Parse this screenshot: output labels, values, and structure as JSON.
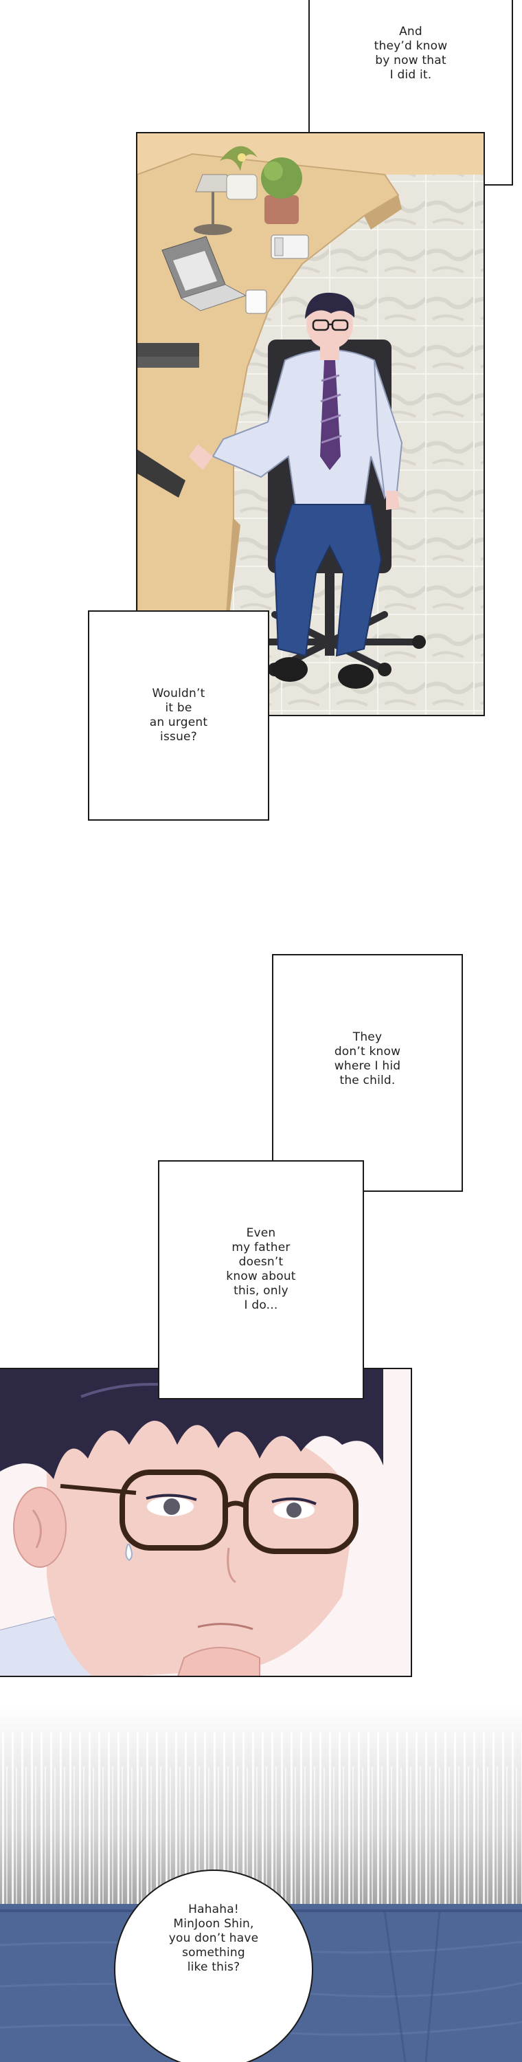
{
  "captions": {
    "c1": "And\nthey’d know\nby now that\nI did it.",
    "c2": "Wouldn’t\nit be\nan urgent\nissue?",
    "c3": "They\ndon’t know\nwhere I hid\nthe child.",
    "c4": "Even\nmy father\ndoesn’t\nknow about\nthis, only\nI do..."
  },
  "speech": {
    "b1": "Hahaha!\nMinJoon Shin,\nyou don’t have\nsomething\nlike this?"
  },
  "colors": {
    "desk": "#e9cda2",
    "floor": "#e8e4da",
    "shirt": "#dde3f2",
    "trousers": "#2f4f8f",
    "tie": "#5a3a78",
    "hair": "#2d2944",
    "skin": "#f4cfc8",
    "speedlines_dark": "#707070",
    "wall_blue": "#4e6796"
  }
}
